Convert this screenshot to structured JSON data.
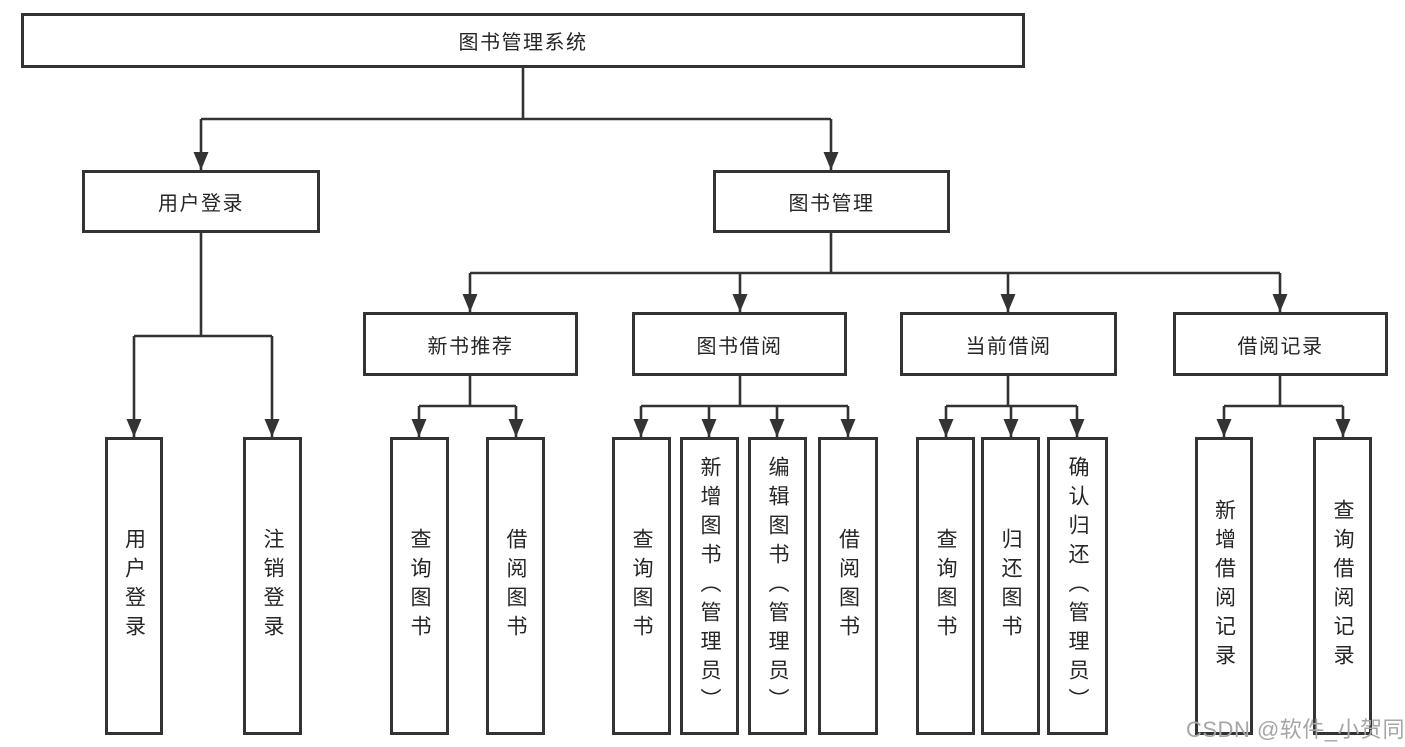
{
  "diagram": {
    "root": "图书管理系统",
    "level2": [
      "用户登录",
      "图书管理"
    ],
    "level3": [
      "新书推荐",
      "图书借阅",
      "当前借阅",
      "借阅记录"
    ],
    "leaves": {
      "login_group": [
        "用户登录",
        "注销登录"
      ],
      "new_book_group": [
        "查询图书",
        "借阅图书"
      ],
      "borrow_group": [
        "查询图书",
        "新增图书（管理员）",
        "编辑图书（管理员）",
        "借阅图书"
      ],
      "current_group": [
        "查询图书",
        "归还图书",
        "确认归还（管理员）"
      ],
      "record_group": [
        "新增借阅记录",
        "查询借阅记录"
      ]
    }
  },
  "colors": {
    "line": "#333333",
    "box_border": "#333333",
    "box_fill": "#ffffff",
    "text": "#262626",
    "watermark": "#a6a6a6"
  },
  "watermark": "CSDN @软件_小贺同学"
}
